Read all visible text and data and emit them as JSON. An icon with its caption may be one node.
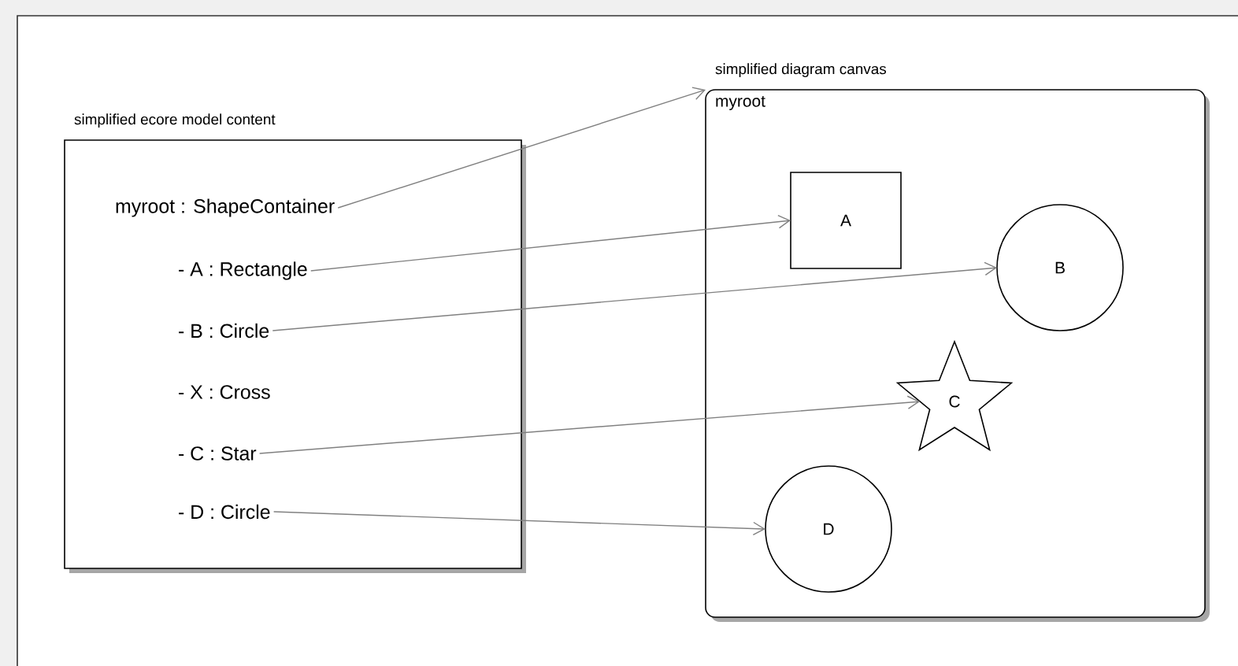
{
  "diagram": {
    "nodes": [
      {
        "text": [
          "simplified ecore model content"
        ]
      },
      {
        "text": [
          "myroot : ShapeContainer"
        ],
        "in": 0
      },
      {
        "text": [
          "- A : Rectangle"
        ],
        "in": 0
      },
      {
        "text": [
          "- B : Circle"
        ],
        "in": 0
      },
      {
        "text": [
          "- X : Cross"
        ],
        "in": 0
      },
      {
        "text": [
          "- C : Star"
        ],
        "in": 0
      },
      {
        "text": [
          "- D : Circle"
        ],
        "in": 0
      },
      {
        "text": [
          "simplified diagram canvas",
          "myroot"
        ]
      },
      {
        "text": [
          "A"
        ],
        "in": 7
      },
      {
        "text": [
          "B"
        ],
        "in": 7
      },
      {
        "text": [
          "C"
        ],
        "in": 7
      },
      {
        "text": [
          "D"
        ],
        "in": 7
      }
    ],
    "edges": [
      {
        "from": 1,
        "to": 7,
        "arrow": "to"
      },
      {
        "from": 2,
        "to": 8,
        "arrow": "to"
      },
      {
        "from": 3,
        "to": 9,
        "arrow": "to"
      },
      {
        "from": 5,
        "to": 10,
        "arrow": "to"
      },
      {
        "from": 6,
        "to": 11,
        "arrow": "to"
      }
    ]
  }
}
